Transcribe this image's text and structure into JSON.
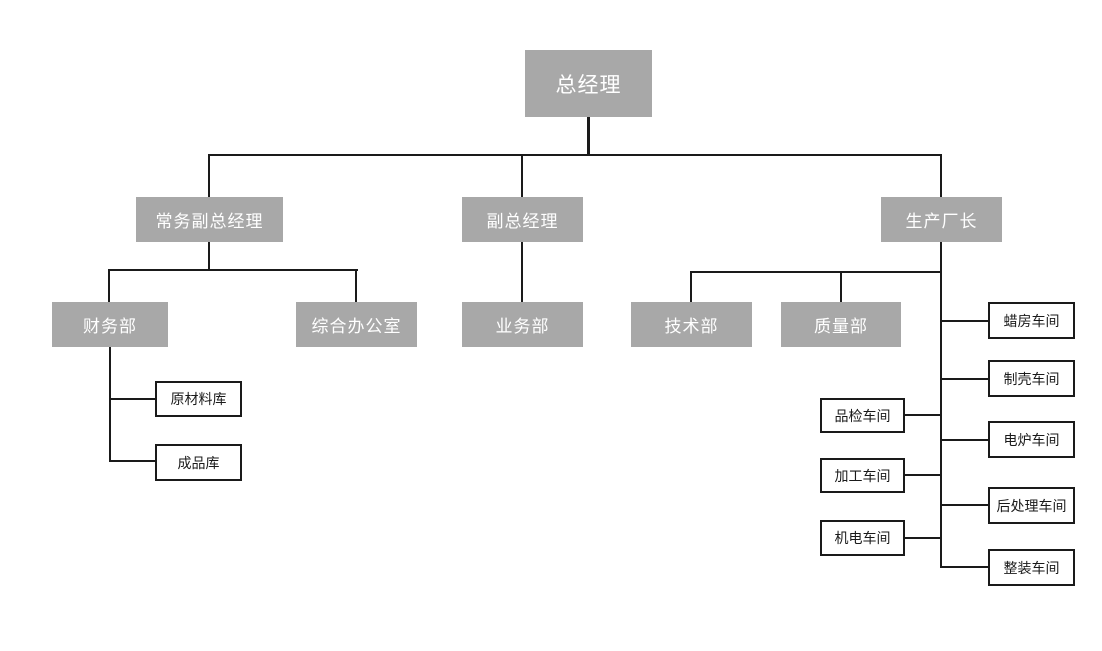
{
  "diagram_type": "org-chart",
  "styles": {
    "background": "#ffffff",
    "branch_fill": "#a8a8a8",
    "branch_text_color": "#ffffff",
    "leaf_fill": "#ffffff",
    "leaf_text_color": "#1a1a1a",
    "connector_color": "#1a1a1a"
  },
  "nodes": [
    {
      "id": "general-manager",
      "label": "总经理",
      "parent": null,
      "style": "branch"
    },
    {
      "id": "executive-deputy-gm",
      "label": "常务副总经理",
      "parent": "总经理",
      "style": "branch"
    },
    {
      "id": "deputy-gm",
      "label": "副总经理",
      "parent": "总经理",
      "style": "branch"
    },
    {
      "id": "production-director",
      "label": "生产厂长",
      "parent": "总经理",
      "style": "branch"
    },
    {
      "id": "finance-dept",
      "label": "财务部",
      "parent": "常务副总经理",
      "style": "branch"
    },
    {
      "id": "general-office",
      "label": "综合办公室",
      "parent": "常务副总经理",
      "style": "branch"
    },
    {
      "id": "business-dept",
      "label": "业务部",
      "parent": "副总经理",
      "style": "branch"
    },
    {
      "id": "technology-dept",
      "label": "技术部",
      "parent": "生产厂长",
      "style": "branch"
    },
    {
      "id": "quality-dept",
      "label": "质量部",
      "parent": "生产厂长",
      "style": "branch"
    },
    {
      "id": "raw-material-warehouse",
      "label": "原材料库",
      "parent": "财务部",
      "style": "leaf"
    },
    {
      "id": "finished-goods-warehouse",
      "label": "成品库",
      "parent": "财务部",
      "style": "leaf"
    },
    {
      "id": "inspection-workshop",
      "label": "品检车间",
      "parent": "生产厂长",
      "style": "leaf"
    },
    {
      "id": "processing-workshop",
      "label": "加工车间",
      "parent": "生产厂长",
      "style": "leaf"
    },
    {
      "id": "electromechanical-workshop",
      "label": "机电车间",
      "parent": "生产厂长",
      "style": "leaf"
    },
    {
      "id": "wax-room-workshop",
      "label": "蜡房车间",
      "parent": "生产厂长",
      "style": "leaf"
    },
    {
      "id": "shell-making-workshop",
      "label": "制壳车间",
      "parent": "生产厂长",
      "style": "leaf"
    },
    {
      "id": "electric-furnace-workshop",
      "label": "电炉车间",
      "parent": "生产厂长",
      "style": "leaf"
    },
    {
      "id": "post-processing-workshop",
      "label": "后处理车间",
      "parent": "生产厂长",
      "style": "leaf"
    },
    {
      "id": "assembly-workshop",
      "label": "整装车间",
      "parent": "生产厂长",
      "style": "leaf"
    }
  ]
}
